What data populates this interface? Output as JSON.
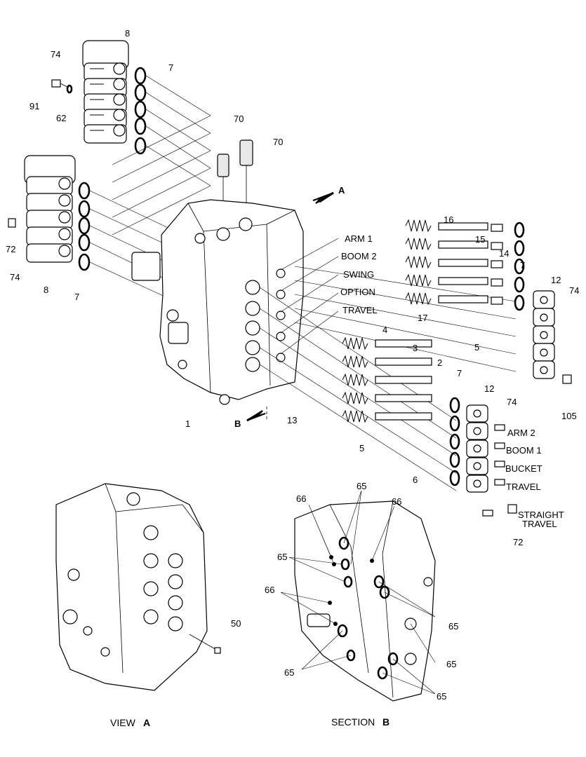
{
  "callouts": {
    "n8_top": "8",
    "n74_top": "74",
    "n7_top": "7",
    "n91": "91",
    "n62": "62",
    "n70_a": "70",
    "n70_b": "70",
    "arrow_a": "A",
    "n72_left": "72",
    "n74_left": "74",
    "n8_left": "8",
    "n7_left": "7",
    "n1": "1",
    "arrow_b": "B",
    "n13": "13",
    "n16": "16",
    "n15": "15",
    "n14": "14",
    "n7_right": "7",
    "n12_right": "12",
    "n74_right": "74",
    "n17": "17",
    "n5_right": "5",
    "n105": "105",
    "n4": "4",
    "n3": "3",
    "n2": "2",
    "n7_mid": "7",
    "n12_mid": "12",
    "n74_mid": "74",
    "n5_mid": "5",
    "n6": "6",
    "n72_bottom": "72",
    "n50": "50",
    "n66_a": "66",
    "n65_a": "65",
    "n66_b": "66",
    "n65_b": "65",
    "n66_c": "66",
    "n65_c": "65",
    "n65_d": "65",
    "n65_e": "65",
    "n65_f": "65"
  },
  "section_labels": {
    "arm1": "ARM 1",
    "boom2": "BOOM 2",
    "swing": "SWING",
    "option": "OPTION",
    "travel_upper": "TRAVEL",
    "arm2": "ARM 2",
    "boom1": "BOOM 1",
    "bucket": "BUCKET",
    "travel_lower": "TRAVEL",
    "straight_1": "STRAIGHT",
    "straight_2": "TRAVEL"
  },
  "captions": {
    "view_word": "VIEW",
    "view_letter": "A",
    "section_word": "SECTION",
    "section_letter": "B"
  }
}
